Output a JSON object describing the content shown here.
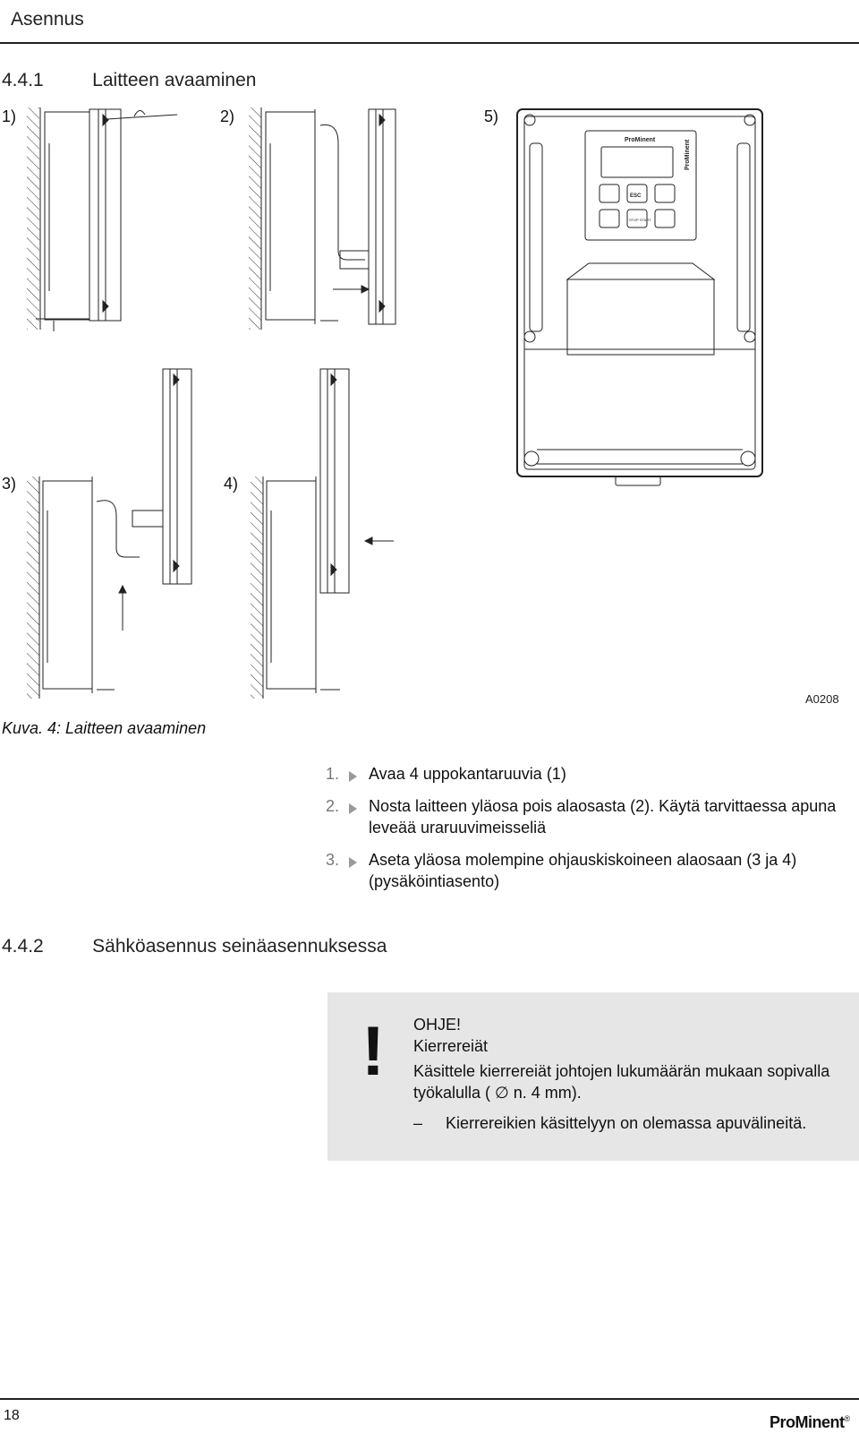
{
  "header": {
    "title": "Asennus"
  },
  "section1": {
    "number": "4.4.1",
    "title": "Laitteen avaaminen"
  },
  "figure": {
    "labels": [
      "1)",
      "2)",
      "3)",
      "4)",
      "5)"
    ],
    "code": "A0208",
    "caption": "Kuva. 4: Laitteen avaaminen",
    "device_brand": "ProMinent",
    "device_logo": "ProMinent",
    "button_esc": "ESC",
    "button_start_stop": "STOP START"
  },
  "steps": [
    {
      "num": "1.",
      "text": "Avaa 4 uppokantaruuvia (1)"
    },
    {
      "num": "2.",
      "text": "Nosta laitteen yläosa pois alaosasta (2). Käytä tarvittaessa apuna leveää uraruuvimeisseliä"
    },
    {
      "num": "3.",
      "text": "Aseta yläosa molempine ohjauskiskoineen alaosaan (3 ja 4) (pysäköintiasento)"
    }
  ],
  "section2": {
    "number": "4.4.2",
    "title": "Sähköasennus seinäasennuksessa"
  },
  "note": {
    "icon": "exclamation-icon",
    "title": "OHJE!",
    "subtitle": "Kierrereiät",
    "text": "Käsittele kierrereiät johtojen lukumäärän mukaan sopi­valla työkalulla ( ∅ n. 4 mm).",
    "dash": "–",
    "item": "Kierrereikien käsittelyyn on olemassa apuvälineitä."
  },
  "footer": {
    "page": "18",
    "brand": "ProMinent",
    "registered": "®"
  }
}
